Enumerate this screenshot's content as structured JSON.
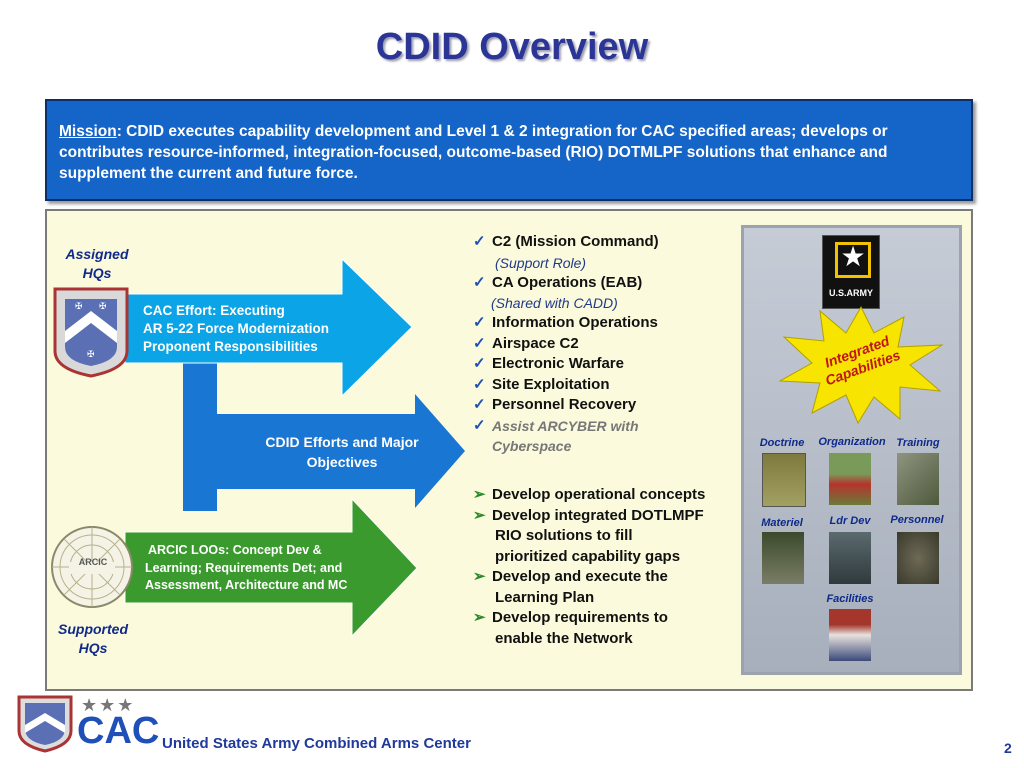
{
  "title": "CDID Overview",
  "mission": {
    "label": "Mission",
    "text": ": CDID executes capability development and Level 1 & 2 integration for CAC specified areas; develops or contributes resource-informed, integration-focused, outcome-based (RIO) DOTMLPF solutions that enhance and supplement the current and future force."
  },
  "left": {
    "assigned_label_1": "Assigned",
    "assigned_label_2": "HQs",
    "supported_label_1": "Supported",
    "supported_label_2": "HQs",
    "top_arrow": [
      "CAC Effort:  Executing",
      "AR 5-22 Force Modernization",
      "Proponent Responsibilities"
    ],
    "middle_arrow": [
      "CDID  Efforts and Major",
      "Objectives"
    ],
    "bottom_arrow": [
      "ARCIC LOOs: Concept Dev &",
      "Learning; Requirements Det; and",
      "Assessment, Architecture and MC"
    ],
    "arcic_logo_text": "ARCIC"
  },
  "checklist": {
    "item1": "C2 (Mission Command)",
    "item1_sub": "(Support Role)",
    "item2": "CA Operations (EAB)",
    "item2_sub": "(Shared with CADD)",
    "item3": "Information Operations",
    "item4": "Airspace C2",
    "item5": "Electronic Warfare",
    "item6": "Site Exploitation",
    "item7": "Personnel Recovery",
    "item8_1": "Assist ARCYBER with",
    "item8_2": "Cyberspace"
  },
  "arrowlist": [
    [
      "Develop operational concepts"
    ],
    [
      "Develop integrated DOTLMPF",
      "RIO solutions to fill",
      "prioritized capability gaps"
    ],
    [
      "Develop and execute the",
      "Learning Plan"
    ],
    [
      "Develop requirements to",
      "enable the Network"
    ]
  ],
  "army_logo": "U.S.ARMY",
  "starburst": [
    "Integrated",
    "Capabilities"
  ],
  "dotmlpf": {
    "doctrine": "Doctrine",
    "organization": "Organization",
    "training": "Training",
    "materiel": "Materiel",
    "ldrdev": "Ldr Dev",
    "personnel": "Personnel",
    "facilities": "Facilities"
  },
  "footer": {
    "logo_text": "CAC",
    "org": "United States Army Combined Arms Center",
    "page": "2"
  },
  "colors": {
    "title": "#2b3596",
    "mission_bg": "#1565c8",
    "top_arrow": "#0ba4e6",
    "middle_arrow": "#1976d2",
    "bottom_arrow": "#3a9a2e",
    "panel_bg": "#fcfadc"
  }
}
